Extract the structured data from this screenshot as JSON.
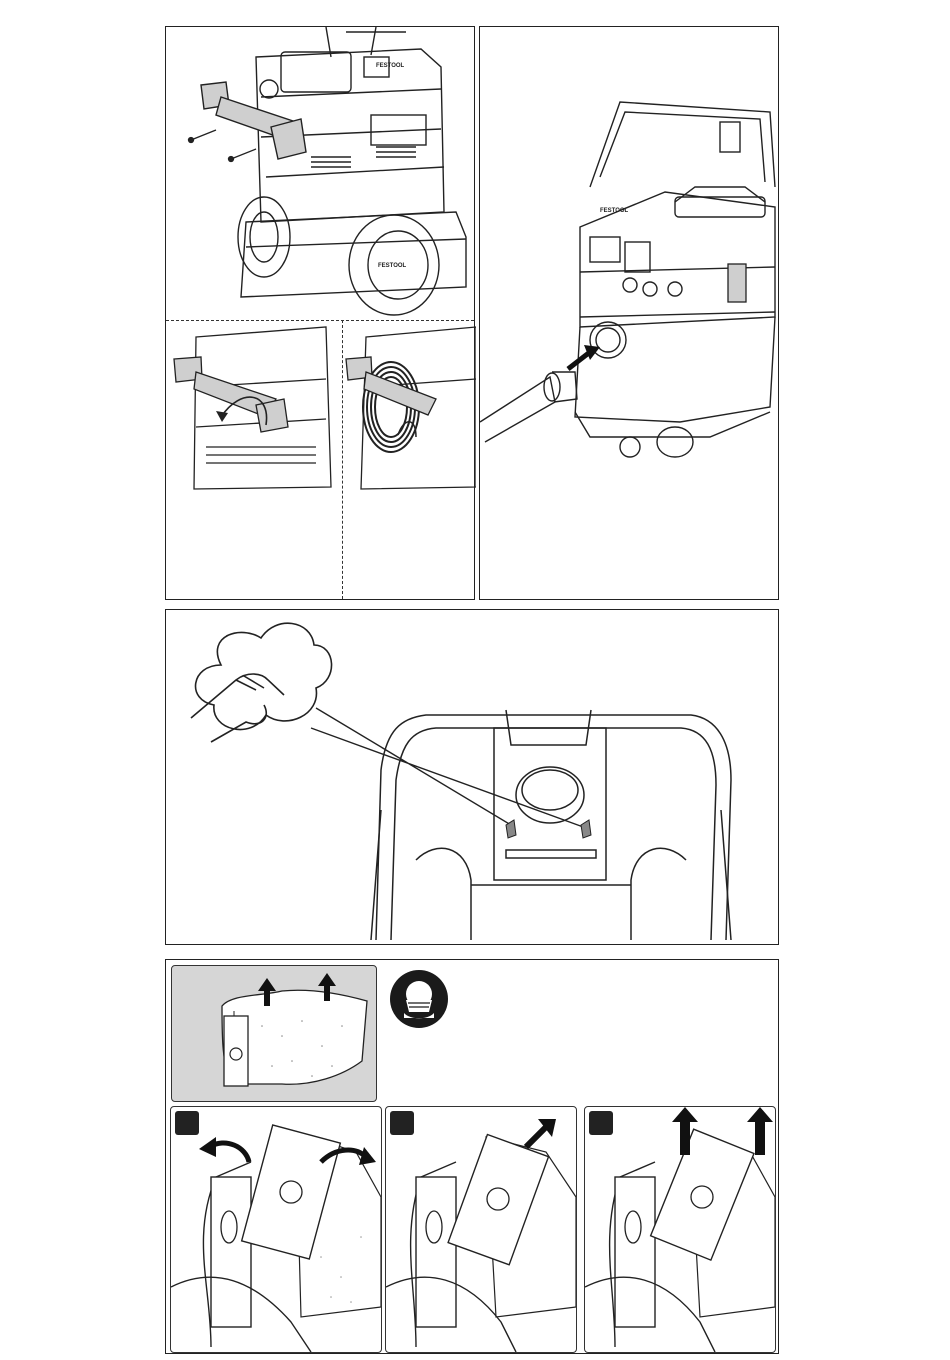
{
  "page": {
    "brand_text": "FESTOOL"
  },
  "figures": {
    "accessory_mount": {
      "icon": "handle-bracket-mount"
    },
    "cable_wrap": {
      "icon": "cable-wrap"
    },
    "hose_connect": {
      "icon": "hose-connection"
    },
    "filter_clean": {
      "icon": "wipe-filter-seal"
    },
    "bag_overview": {
      "icon": "dust-bag"
    },
    "bag_steps": [
      {
        "icon": "remove-bag-step-1"
      },
      {
        "icon": "remove-bag-step-2"
      },
      {
        "icon": "remove-bag-step-3"
      }
    ]
  },
  "warning": {
    "icon": "dust-mask-icon"
  },
  "colors": {
    "line": "#222222",
    "shade": "#d9d9d9",
    "dark": "#1a1a1a"
  }
}
